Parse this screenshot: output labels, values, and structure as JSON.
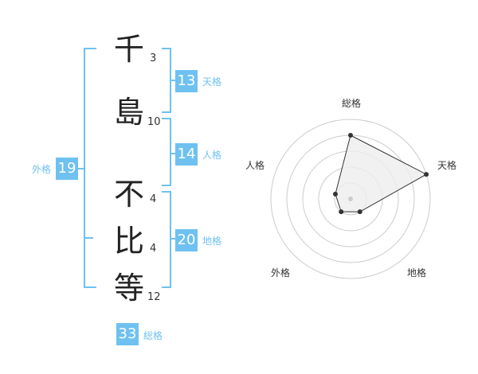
{
  "name": {
    "chars": [
      {
        "char": "千",
        "strokes": "3"
      },
      {
        "char": "島",
        "strokes": "10"
      },
      {
        "char": "不",
        "strokes": "4"
      },
      {
        "char": "比",
        "strokes": "4"
      },
      {
        "char": "等",
        "strokes": "12"
      }
    ]
  },
  "kaku": {
    "tenkaku": {
      "label": "天格",
      "value": "13"
    },
    "jinkaku": {
      "label": "人格",
      "value": "14"
    },
    "chikaku": {
      "label": "地格",
      "value": "20"
    },
    "gaikaku": {
      "label": "外格",
      "value": "19"
    },
    "soukaku": {
      "label": "総格",
      "value": "33"
    }
  },
  "chart_data": {
    "type": "radar",
    "axes": [
      "総格",
      "天格",
      "地格",
      "外格",
      "人格"
    ],
    "values": [
      4,
      5,
      1,
      1,
      1
    ],
    "rmax": 5,
    "grid": "concentric circles",
    "colors": {
      "line": "#333333",
      "fill": "#eeeeee",
      "grid": "#cccccc",
      "center": "#cccccc"
    }
  },
  "colors": {
    "accent": "#6ec1f0"
  }
}
